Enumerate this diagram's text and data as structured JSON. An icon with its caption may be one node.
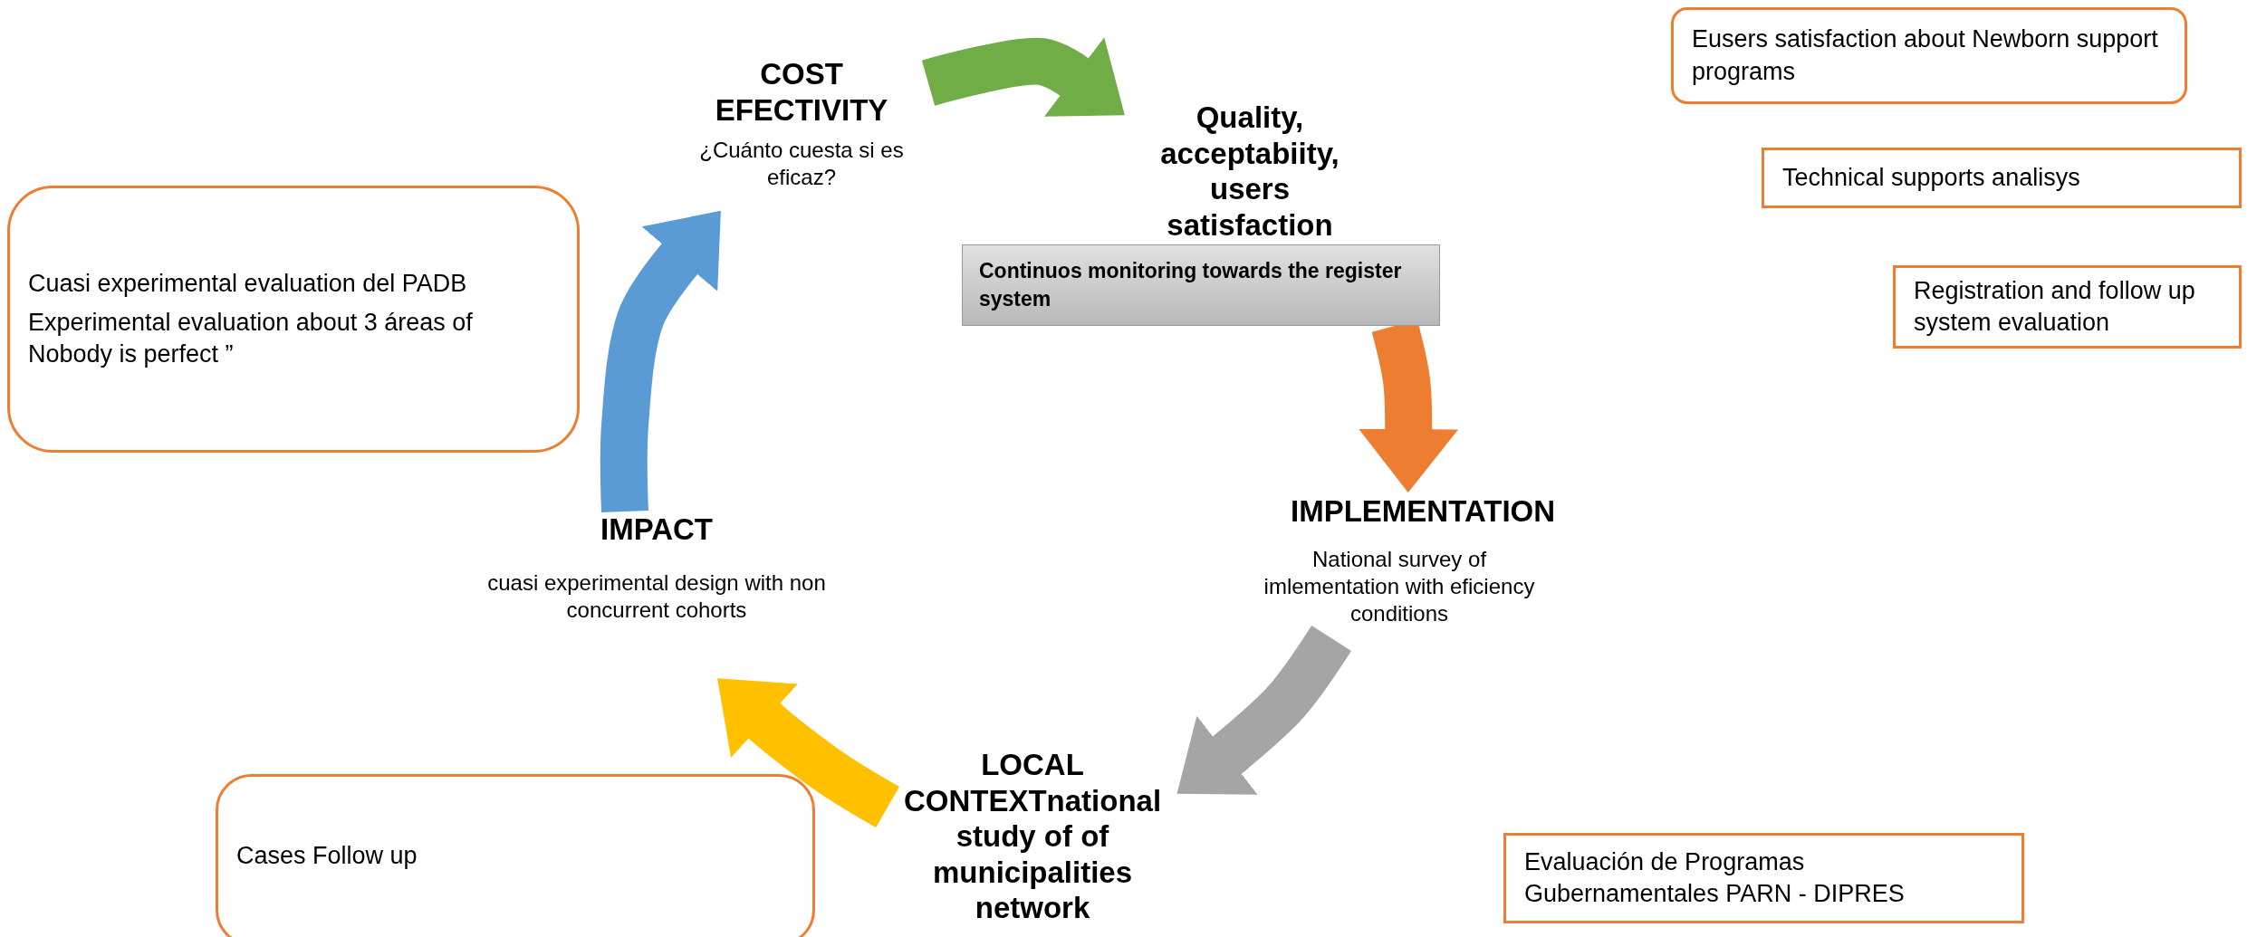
{
  "diagram": {
    "nodes": [
      {
        "text": [
          "COST EFECTIVITY",
          "¿Cuánto cuesta si es eficaz?"
        ]
      },
      {
        "text": [
          "Quality, acceptabiity, users satisfaction"
        ]
      },
      {
        "text": [
          "Continuos monitoring towards the register system"
        ]
      },
      {
        "text": [
          "IMPLEMENTATION",
          "National survey of imlementation with eficiency conditions"
        ]
      },
      {
        "text": [
          "LOCAL CONTEXTnational study of of municipalities network"
        ]
      },
      {
        "text": [
          "IMPACT",
          "cuasi experimental design with non concurrent cohorts"
        ]
      },
      {
        "text": [
          "Cuasi experimental evaluation del PADB",
          "Experimental evaluation about 3 áreas of Nobody is perfect ”"
        ]
      },
      {
        "text": [
          "Cases Follow up"
        ]
      },
      {
        "text": [
          "Eusers satisfaction about Newborn support programs"
        ]
      },
      {
        "text": [
          "Technical supports analisys"
        ]
      },
      {
        "text": [
          "Registration and follow up system evaluation"
        ]
      },
      {
        "text": [
          "Evaluación de Programas Gubernamentales PARN - DIPRES"
        ]
      }
    ],
    "edges": [
      {
        "from": 5,
        "to": 0,
        "arrow": "to",
        "color": "#5b9bd5"
      },
      {
        "from": 0,
        "to": 1,
        "arrow": "to",
        "color": "#70ad47"
      },
      {
        "from": 2,
        "to": 3,
        "arrow": "to",
        "color": "#ed7d31"
      },
      {
        "from": 3,
        "to": 4,
        "arrow": "to",
        "color": "#a5a5a5"
      },
      {
        "from": 4,
        "to": 5,
        "arrow": "to",
        "color": "#ffc000"
      }
    ]
  }
}
